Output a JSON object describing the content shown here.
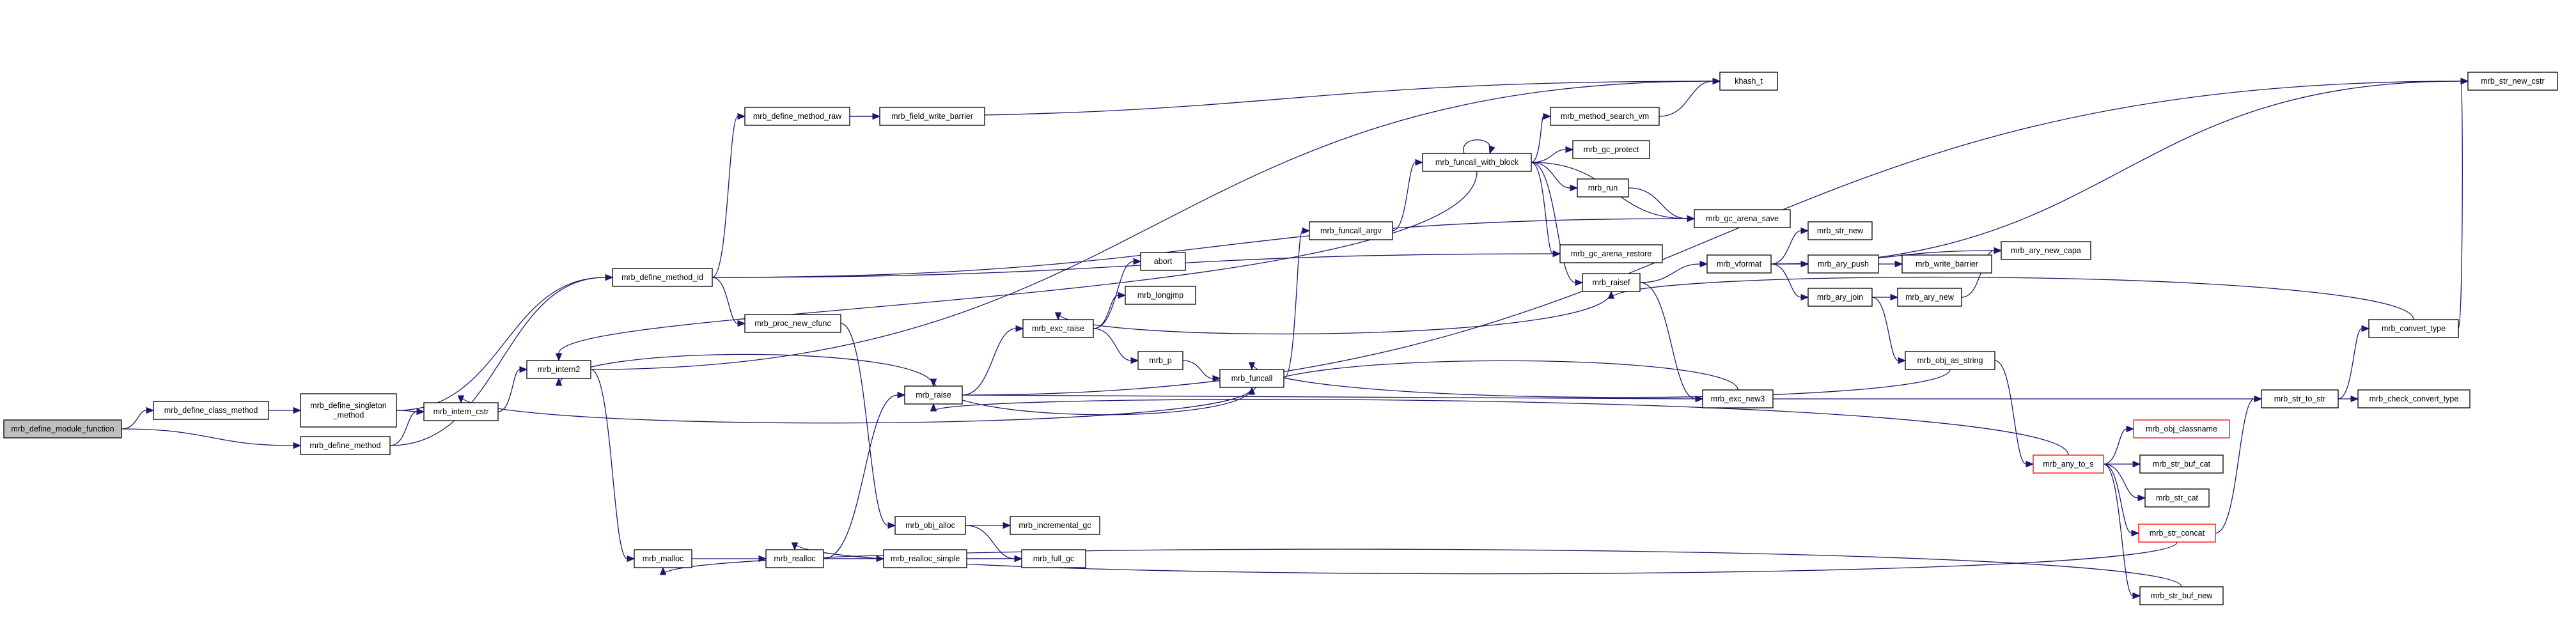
{
  "graph": {
    "nodes": [
      {
        "id": "mrb_define_module_function",
        "lines": [
          "mrb_define_module_function"
        ],
        "root": true
      },
      {
        "id": "mrb_define_class_method",
        "lines": [
          "mrb_define_class_method"
        ]
      },
      {
        "id": "mrb_define_singleton_method",
        "lines": [
          "mrb_define_singleton",
          "_method"
        ]
      },
      {
        "id": "mrb_define_method",
        "lines": [
          "mrb_define_method"
        ]
      },
      {
        "id": "mrb_intern_cstr",
        "lines": [
          "mrb_intern_cstr"
        ]
      },
      {
        "id": "mrb_intern2",
        "lines": [
          "mrb_intern2"
        ]
      },
      {
        "id": "mrb_malloc",
        "lines": [
          "mrb_malloc"
        ]
      },
      {
        "id": "mrb_define_method_id",
        "lines": [
          "mrb_define_method_id"
        ]
      },
      {
        "id": "mrb_define_method_raw",
        "lines": [
          "mrb_define_method_raw"
        ]
      },
      {
        "id": "mrb_field_write_barrier",
        "lines": [
          "mrb_field_write_barrier"
        ]
      },
      {
        "id": "mrb_proc_new_cfunc",
        "lines": [
          "mrb_proc_new_cfunc"
        ]
      },
      {
        "id": "mrb_realloc",
        "lines": [
          "mrb_realloc"
        ]
      },
      {
        "id": "mrb_realloc_simple",
        "lines": [
          "mrb_realloc_simple"
        ]
      },
      {
        "id": "mrb_raise",
        "lines": [
          "mrb_raise"
        ]
      },
      {
        "id": "mrb_obj_alloc",
        "lines": [
          "mrb_obj_alloc"
        ]
      },
      {
        "id": "mrb_incremental_gc",
        "lines": [
          "mrb_incremental_gc"
        ]
      },
      {
        "id": "mrb_full_gc",
        "lines": [
          "mrb_full_gc"
        ]
      },
      {
        "id": "mrb_exc_raise",
        "lines": [
          "mrb_exc_raise"
        ]
      },
      {
        "id": "abort",
        "lines": [
          "abort"
        ]
      },
      {
        "id": "mrb_longjmp",
        "lines": [
          "mrb_longjmp"
        ]
      },
      {
        "id": "mrb_p",
        "lines": [
          "mrb_p"
        ]
      },
      {
        "id": "mrb_funcall",
        "lines": [
          "mrb_funcall"
        ]
      },
      {
        "id": "mrb_funcall_argv",
        "lines": [
          "mrb_funcall_argv"
        ]
      },
      {
        "id": "mrb_funcall_with_block",
        "lines": [
          "mrb_funcall_with_block"
        ]
      },
      {
        "id": "mrb_method_search_vm",
        "lines": [
          "mrb_method_search_vm"
        ]
      },
      {
        "id": "mrb_gc_protect",
        "lines": [
          "mrb_gc_protect"
        ]
      },
      {
        "id": "mrb_run",
        "lines": [
          "mrb_run"
        ]
      },
      {
        "id": "mrb_gc_arena_save",
        "lines": [
          "mrb_gc_arena_save"
        ]
      },
      {
        "id": "mrb_gc_arena_restore",
        "lines": [
          "mrb_gc_arena_restore"
        ]
      },
      {
        "id": "khash_t",
        "lines": [
          "khash_t"
        ]
      },
      {
        "id": "mrb_raisef",
        "lines": [
          "mrb_raisef"
        ]
      },
      {
        "id": "mrb_vformat",
        "lines": [
          "mrb_vformat"
        ]
      },
      {
        "id": "mrb_str_new",
        "lines": [
          "mrb_str_new"
        ]
      },
      {
        "id": "mrb_ary_push",
        "lines": [
          "mrb_ary_push"
        ]
      },
      {
        "id": "mrb_write_barrier",
        "lines": [
          "mrb_write_barrier"
        ]
      },
      {
        "id": "mrb_ary_join",
        "lines": [
          "mrb_ary_join"
        ]
      },
      {
        "id": "mrb_ary_new",
        "lines": [
          "mrb_ary_new"
        ]
      },
      {
        "id": "mrb_ary_new_capa",
        "lines": [
          "mrb_ary_new_capa"
        ]
      },
      {
        "id": "mrb_exc_new3",
        "lines": [
          "mrb_exc_new3"
        ]
      },
      {
        "id": "mrb_obj_as_string",
        "lines": [
          "mrb_obj_as_string"
        ]
      },
      {
        "id": "mrb_any_to_s",
        "lines": [
          "mrb_any_to_s"
        ],
        "red": true
      },
      {
        "id": "mrb_obj_classname",
        "lines": [
          "mrb_obj_classname"
        ],
        "red": true
      },
      {
        "id": "mrb_str_buf_cat",
        "lines": [
          "mrb_str_buf_cat"
        ]
      },
      {
        "id": "mrb_str_cat",
        "lines": [
          "mrb_str_cat"
        ]
      },
      {
        "id": "mrb_str_concat",
        "lines": [
          "mrb_str_concat"
        ],
        "red": true
      },
      {
        "id": "mrb_str_buf_new",
        "lines": [
          "mrb_str_buf_new"
        ]
      },
      {
        "id": "mrb_str_to_str",
        "lines": [
          "mrb_str_to_str"
        ]
      },
      {
        "id": "mrb_check_convert_type",
        "lines": [
          "mrb_check_convert_type"
        ]
      },
      {
        "id": "mrb_convert_type",
        "lines": [
          "mrb_convert_type"
        ]
      },
      {
        "id": "mrb_str_new_cstr",
        "lines": [
          "mrb_str_new_cstr"
        ]
      }
    ],
    "edges": [
      [
        "mrb_define_module_function",
        "mrb_define_class_method"
      ],
      [
        "mrb_define_module_function",
        "mrb_define_method"
      ],
      [
        "mrb_define_class_method",
        "mrb_define_singleton_method"
      ],
      [
        "mrb_define_singleton_method",
        "mrb_intern_cstr"
      ],
      [
        "mrb_define_singleton_method",
        "mrb_define_method_id"
      ],
      [
        "mrb_define_method",
        "mrb_intern_cstr"
      ],
      [
        "mrb_define_method",
        "mrb_define_method_id"
      ],
      [
        "mrb_intern_cstr",
        "mrb_intern2"
      ],
      [
        "mrb_intern2",
        "khash_t"
      ],
      [
        "mrb_intern2",
        "mrb_malloc"
      ],
      [
        "mrb_malloc",
        "mrb_realloc"
      ],
      [
        "mrb_define_method_id",
        "mrb_define_method_raw"
      ],
      [
        "mrb_define_method_id",
        "mrb_proc_new_cfunc"
      ],
      [
        "mrb_define_method_id",
        "mrb_gc_arena_save"
      ],
      [
        "mrb_define_method_id",
        "mrb_gc_arena_restore"
      ],
      [
        "mrb_define_method_raw",
        "mrb_field_write_barrier"
      ],
      [
        "mrb_define_method_raw",
        "khash_t"
      ],
      [
        "mrb_proc_new_cfunc",
        "mrb_obj_alloc"
      ],
      [
        "mrb_realloc",
        "mrb_realloc_simple"
      ],
      [
        "mrb_realloc",
        "mrb_full_gc"
      ],
      [
        "mrb_realloc",
        "mrb_raise"
      ],
      [
        "mrb_realloc_simple",
        "mrb_full_gc"
      ],
      [
        "mrb_obj_alloc",
        "mrb_incremental_gc"
      ],
      [
        "mrb_obj_alloc",
        "mrb_full_gc"
      ],
      [
        "mrb_raise",
        "mrb_exc_raise"
      ],
      [
        "mrb_raise",
        "mrb_intern2"
      ],
      [
        "mrb_raise",
        "mrb_str_new_cstr"
      ],
      [
        "mrb_raise",
        "mrb_exc_new3"
      ],
      [
        "mrb_exc_raise",
        "abort"
      ],
      [
        "mrb_exc_raise",
        "mrb_longjmp"
      ],
      [
        "mrb_exc_raise",
        "mrb_p"
      ],
      [
        "mrb_p",
        "mrb_funcall"
      ],
      [
        "mrb_funcall",
        "mrb_intern_cstr"
      ],
      [
        "mrb_funcall",
        "mrb_funcall_argv"
      ],
      [
        "mrb_funcall",
        "mrb_raise"
      ],
      [
        "mrb_funcall_argv",
        "mrb_funcall_with_block"
      ],
      [
        "mrb_funcall_with_block",
        "mrb_funcall_with_block"
      ],
      [
        "mrb_funcall_with_block",
        "mrb_method_search_vm"
      ],
      [
        "mrb_funcall_with_block",
        "mrb_gc_protect"
      ],
      [
        "mrb_funcall_with_block",
        "mrb_run"
      ],
      [
        "mrb_funcall_with_block",
        "mrb_gc_arena_save"
      ],
      [
        "mrb_funcall_with_block",
        "mrb_gc_arena_restore"
      ],
      [
        "mrb_funcall_with_block",
        "mrb_raisef"
      ],
      [
        "mrb_funcall_with_block",
        "mrb_intern2"
      ],
      [
        "mrb_method_search_vm",
        "khash_t"
      ],
      [
        "mrb_run",
        "mrb_gc_arena_save"
      ],
      [
        "mrb_raisef",
        "mrb_vformat"
      ],
      [
        "mrb_raisef",
        "mrb_exc_new3"
      ],
      [
        "mrb_raisef",
        "mrb_exc_raise"
      ],
      [
        "mrb_vformat",
        "mrb_str_new"
      ],
      [
        "mrb_vformat",
        "mrb_ary_push"
      ],
      [
        "mrb_vformat",
        "mrb_ary_join"
      ],
      [
        "mrb_vformat",
        "mrb_ary_new_capa"
      ],
      [
        "mrb_vformat",
        "mrb_str_new_cstr"
      ],
      [
        "mrb_ary_push",
        "mrb_write_barrier"
      ],
      [
        "mrb_ary_join",
        "mrb_ary_new"
      ],
      [
        "mrb_ary_join",
        "mrb_obj_as_string"
      ],
      [
        "mrb_ary_new",
        "mrb_ary_new_capa"
      ],
      [
        "mrb_exc_new3",
        "mrb_funcall"
      ],
      [
        "mrb_exc_new3",
        "mrb_str_to_str"
      ],
      [
        "mrb_obj_as_string",
        "mrb_funcall"
      ],
      [
        "mrb_obj_as_string",
        "mrb_any_to_s"
      ],
      [
        "mrb_any_to_s",
        "mrb_obj_classname"
      ],
      [
        "mrb_any_to_s",
        "mrb_str_buf_cat"
      ],
      [
        "mrb_any_to_s",
        "mrb_str_cat"
      ],
      [
        "mrb_any_to_s",
        "mrb_str_concat"
      ],
      [
        "mrb_any_to_s",
        "mrb_str_buf_new"
      ],
      [
        "mrb_any_to_s",
        "mrb_raise"
      ],
      [
        "mrb_str_concat",
        "mrb_str_to_str"
      ],
      [
        "mrb_str_concat",
        "mrb_realloc"
      ],
      [
        "mrb_str_buf_new",
        "mrb_malloc"
      ],
      [
        "mrb_str_to_str",
        "mrb_check_convert_type"
      ],
      [
        "mrb_str_to_str",
        "mrb_convert_type"
      ],
      [
        "mrb_convert_type",
        "mrb_str_new_cstr"
      ],
      [
        "mrb_convert_type",
        "mrb_raisef"
      ]
    ]
  }
}
